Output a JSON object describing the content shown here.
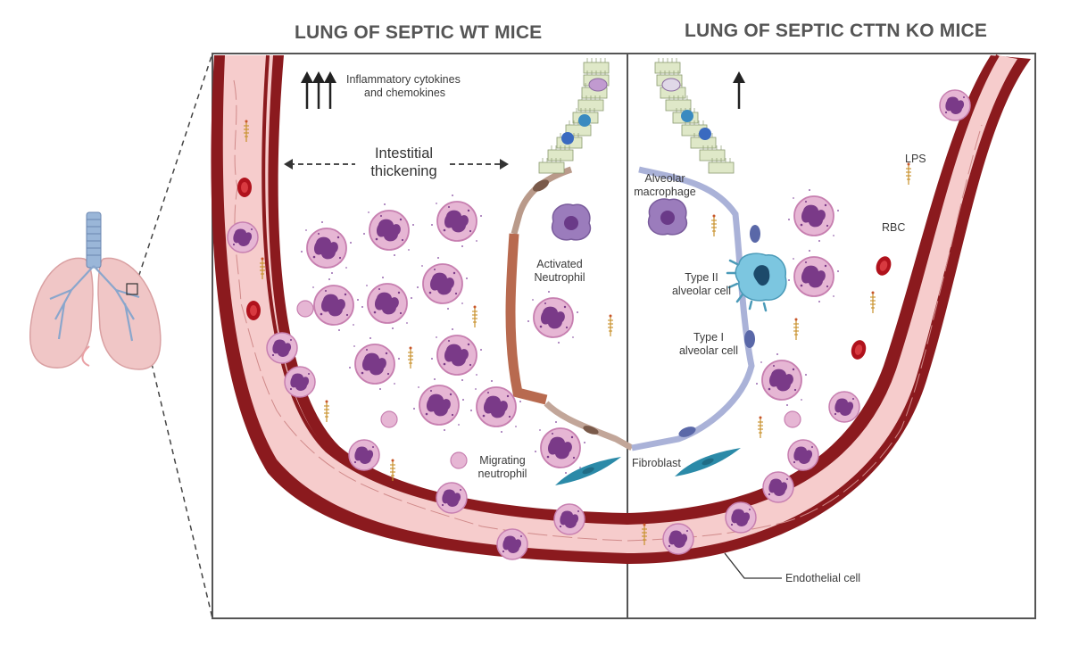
{
  "titles": {
    "left": "LUNG OF SEPTIC WT MICE",
    "right": "LUNG OF SEPTIC CTTN KO MICE"
  },
  "labels": {
    "cytokines_line1": "Inflammatory cytokines",
    "cytokines_line2": "and chemokines",
    "thickening_line1": "Intestitial",
    "thickening_line2": "thickening",
    "activated_line1": "Activated",
    "activated_line2": "Neutrophil",
    "migrating_line1": "Migrating",
    "migrating_line2": "neutrophil",
    "fibroblast": "Fibroblast",
    "macrophage_line1": "Alveolar",
    "macrophage_line2": "macrophage",
    "type2_line1": "Type II",
    "type2_line2": "alveolar cell",
    "type1_line1": "Type I",
    "type1_line2": "alveolar  cell",
    "lps": "LPS",
    "rbc": "RBC",
    "endothelial": "Endothelial cell"
  },
  "colors": {
    "vessel_wall": "#8b1a1e",
    "vessel_lumen": "#f6cccc",
    "neutrophil_body": "#e6b6d4",
    "neutrophil_nucleus": "#7a3a88",
    "wt_epithelium": "#b86a4f",
    "ko_epithelium": "#aab2d8",
    "fibroblast": "#2b8aa8",
    "type2_cell": "#7cc6e0",
    "macrophage": "#9b7cbc",
    "rbc": "#b0121c",
    "arrow": "#222222"
  }
}
